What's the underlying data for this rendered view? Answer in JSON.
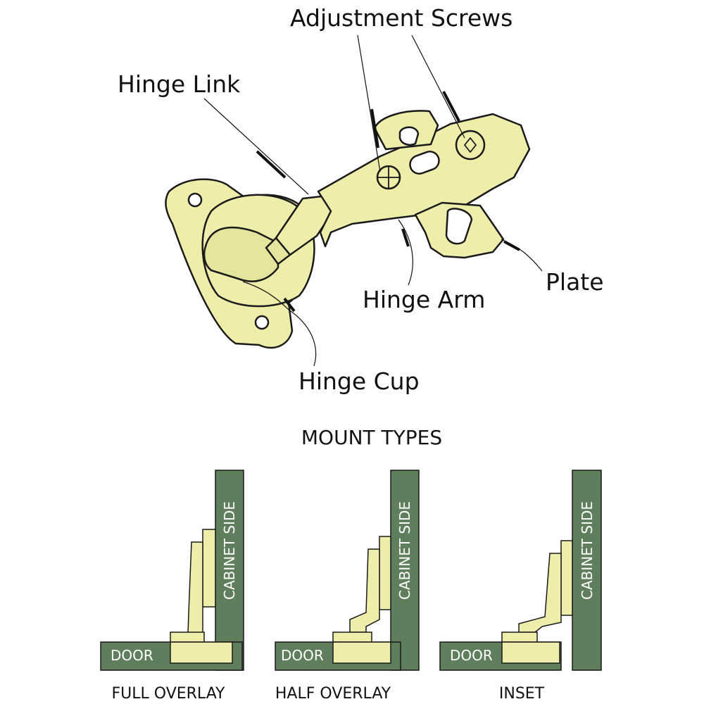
{
  "hinge_labels": {
    "adjustment_screws": "Adjustment Screws",
    "hinge_link": "Hinge Link",
    "plate": "Plate",
    "hinge_arm": "Hinge Arm",
    "hinge_cup": "Hinge Cup"
  },
  "mount_types": {
    "title": "MOUNT TYPES",
    "items": [
      {
        "name": "FULL OVERLAY",
        "door": "DOOR",
        "cabinet": "CABINET SIDE"
      },
      {
        "name": "HALF OVERLAY",
        "door": "DOOR",
        "cabinet": "CABINET SIDE"
      },
      {
        "name": "INSET",
        "door": "DOOR",
        "cabinet": "CABINET SIDE"
      }
    ]
  },
  "colors": {
    "hinge_fill": "#eeeeaa",
    "wood_fill": "#5f7e5c",
    "outline": "#1a1a1a",
    "label_text": "#111111",
    "panel_text": "#ffffff"
  }
}
